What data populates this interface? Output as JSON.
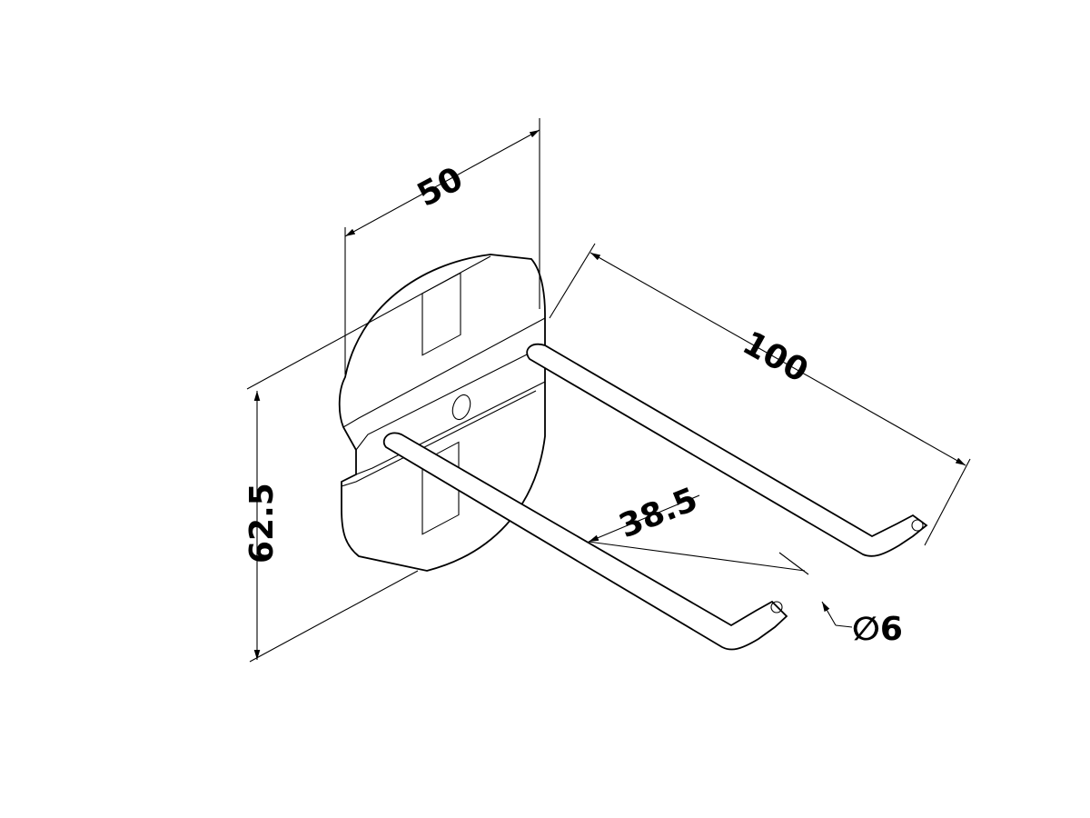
{
  "drawing": {
    "dimensions": {
      "width_top": "50",
      "length": "100",
      "height": "62.5",
      "rod_spacing": "38.5",
      "rod_diameter": "∅6"
    }
  }
}
